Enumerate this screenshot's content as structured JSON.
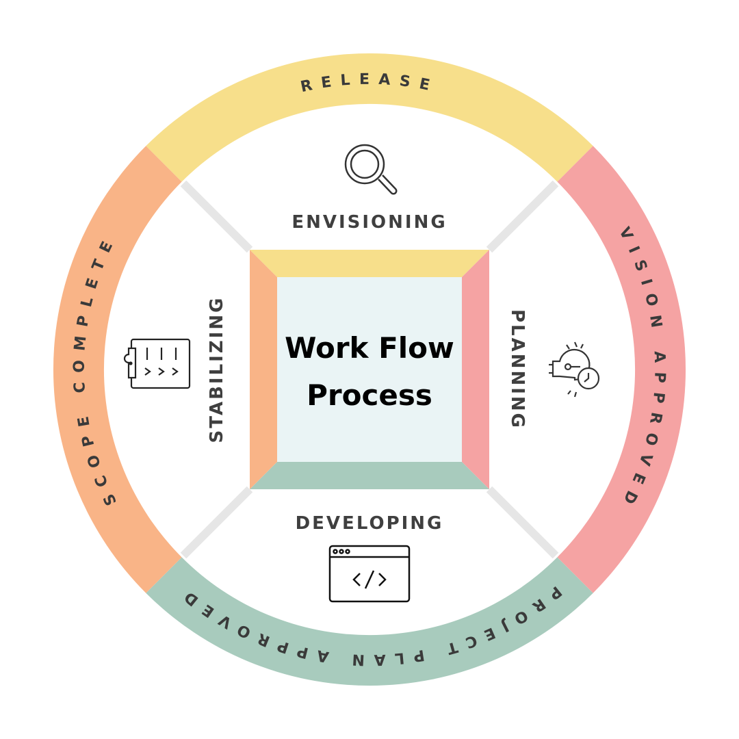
{
  "title": {
    "line1": "Work Flow",
    "line2": "Process"
  },
  "milestones": {
    "top": "RELEASE",
    "right": "VISION APPROVED",
    "bottom": "PROJECT PLAN APPROVED",
    "left": "SCOPE COMPLETE"
  },
  "phases": {
    "top": {
      "label": "ENVISIONING",
      "icon": "magnifier-icon"
    },
    "right": {
      "label": "PLANNING",
      "icon": "lightbulb-clock-icon"
    },
    "bottom": {
      "label": "DEVELOPING",
      "icon": "code-window-icon"
    },
    "left": {
      "label": "STABILIZING",
      "icon": "clipboard-icon"
    }
  },
  "colors": {
    "yellow": "#f7df8b",
    "pink": "#f5a3a3",
    "green": "#a8cbbd",
    "orange": "#f9b487",
    "center": "#eaf4f5"
  }
}
